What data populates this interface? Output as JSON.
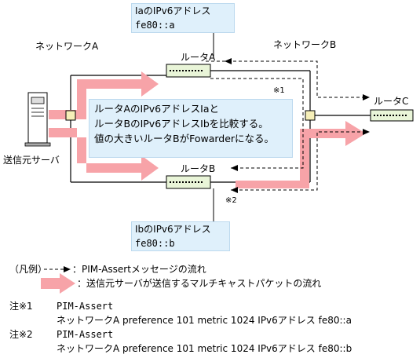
{
  "callouts": {
    "router_a": {
      "line1": "IaのIPv6アドレス",
      "line2": "fe80::a"
    },
    "router_b": {
      "line1": "IbのIPv6アドレス",
      "line2": "fe80::b"
    }
  },
  "networks": {
    "a": "ネットワークA",
    "b": "ネットワークB"
  },
  "routers": {
    "a": "ルータA",
    "b": "ルータB",
    "c": "ルータC"
  },
  "source_server": "送信元サーバ",
  "center_text": {
    "line1": "ルータAのIPv6アドレスIaと",
    "line2": "ルータBのIPv6アドレスIbを比較する。",
    "line3": "値の大きいルータBがFowarderになる。"
  },
  "marks": {
    "n1": "※1",
    "n2": "※2"
  },
  "legend": {
    "title": "（凡例）",
    "dashed": "：PIM-Assertメッセージの流れ",
    "arrow": "：送信元サーバが送信するマルチキャストパケットの流れ"
  },
  "notes": [
    {
      "label": "注※1",
      "title": "PIM-Assert",
      "detail": "ネットワークA preference 101 metric 1024 IPv6アドレス fe80::a"
    },
    {
      "label": "注※2",
      "title": "PIM-Assert",
      "detail": "ネットワークA preference 101 metric 1024 IPv6アドレス fe80::b"
    }
  ],
  "colors": {
    "flow_arrow": "#f7a3a8",
    "callout_bg": "#dff0fb",
    "switch_bg": "#e9f5d8"
  }
}
